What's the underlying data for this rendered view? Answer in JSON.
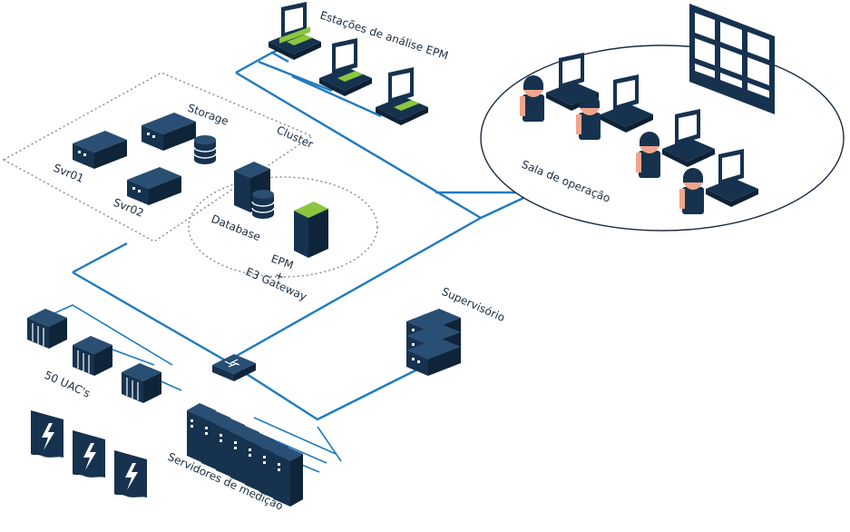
{
  "labels": {
    "estacoes": "Estações de análise EPM",
    "storage": "Storage",
    "cluster": "Cluster",
    "svr01": "Svr01",
    "svr02": "Svr02",
    "database": "Database",
    "epm": "EPM",
    "plus": "+",
    "gateway": "E3 Gateway",
    "sala": "Sala de operação",
    "supervisorio": "Supervisório",
    "uacs": "50 UAC's",
    "servidores": "Servidores de medição"
  },
  "colors": {
    "network": "#1f7bc0",
    "device": "#16324f",
    "device_light": "#2a4f74",
    "accent_green": "#8cc63f",
    "skin": "#f0a58a"
  }
}
